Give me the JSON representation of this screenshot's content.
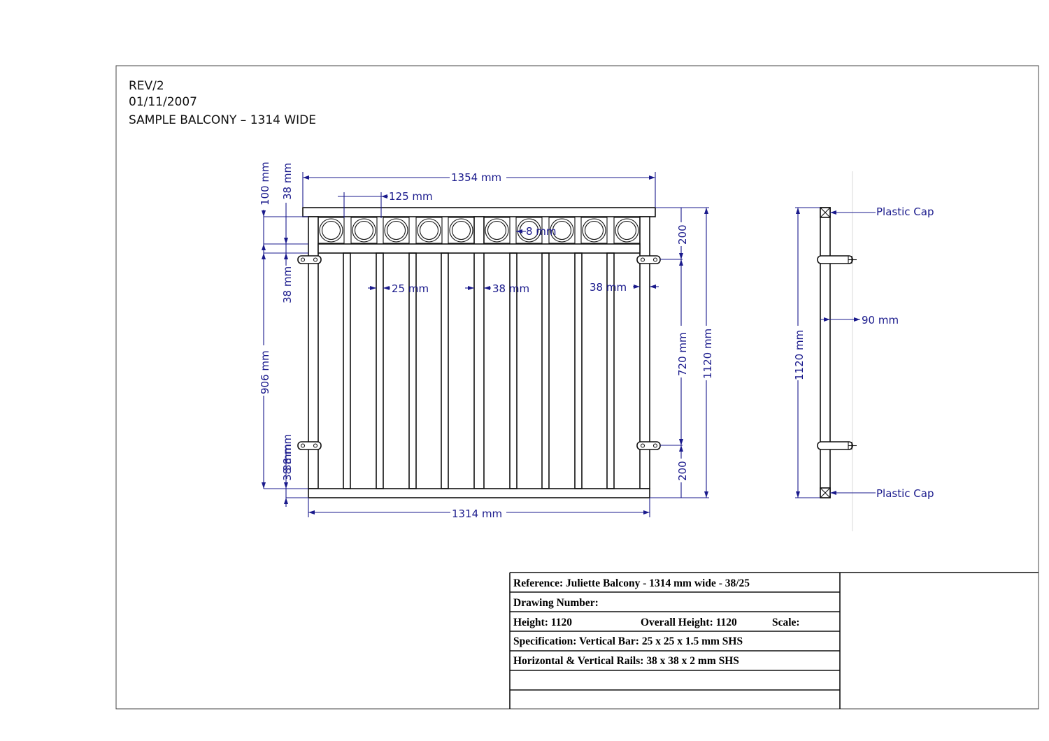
{
  "header": {
    "rev": "REV/2",
    "date": "01/11/2007",
    "title": "SAMPLE BALCONY – 1314 WIDE"
  },
  "dimensions": {
    "overall_width": "1354 mm",
    "circle_spacing": "125 mm",
    "circle_gap": "8 mm",
    "bar_size_1": "25 mm",
    "bar_size_2": "38 mm",
    "bar_size_3": "38 mm",
    "left_100": "100 mm",
    "left_38_top": "38 mm",
    "left_38_mid": "38 mm",
    "left_906": "906 mm",
    "left_38_low": "38 mm",
    "left_38_bottom": "38 mm",
    "right_200_top": "200",
    "right_720": "720 mm",
    "right_1120": "1120 mm",
    "right_200_bottom": "200",
    "bottom_width": "1314 mm",
    "side_1120": "1120 mm",
    "side_90": "90 mm",
    "plastic_cap_top": "Plastic Cap",
    "plastic_cap_bottom": "Plastic Cap"
  },
  "title_block": {
    "reference": "Reference: Juliette Balcony  - 1314 mm wide - 38/25",
    "drawing_number": "Drawing Number:",
    "height": "Height: 1120",
    "overall_height": "Overall Height: 1120",
    "scale": "Scale:",
    "specification": "Specification: Vertical Bar: 25 x 25  x 1.5 mm SHS",
    "rails": "Horizontal & Vertical Rails: 38 x  38 x 2 mm SHS"
  },
  "colors": {
    "dimension": "#1a1a8c",
    "linework": "#111111"
  }
}
